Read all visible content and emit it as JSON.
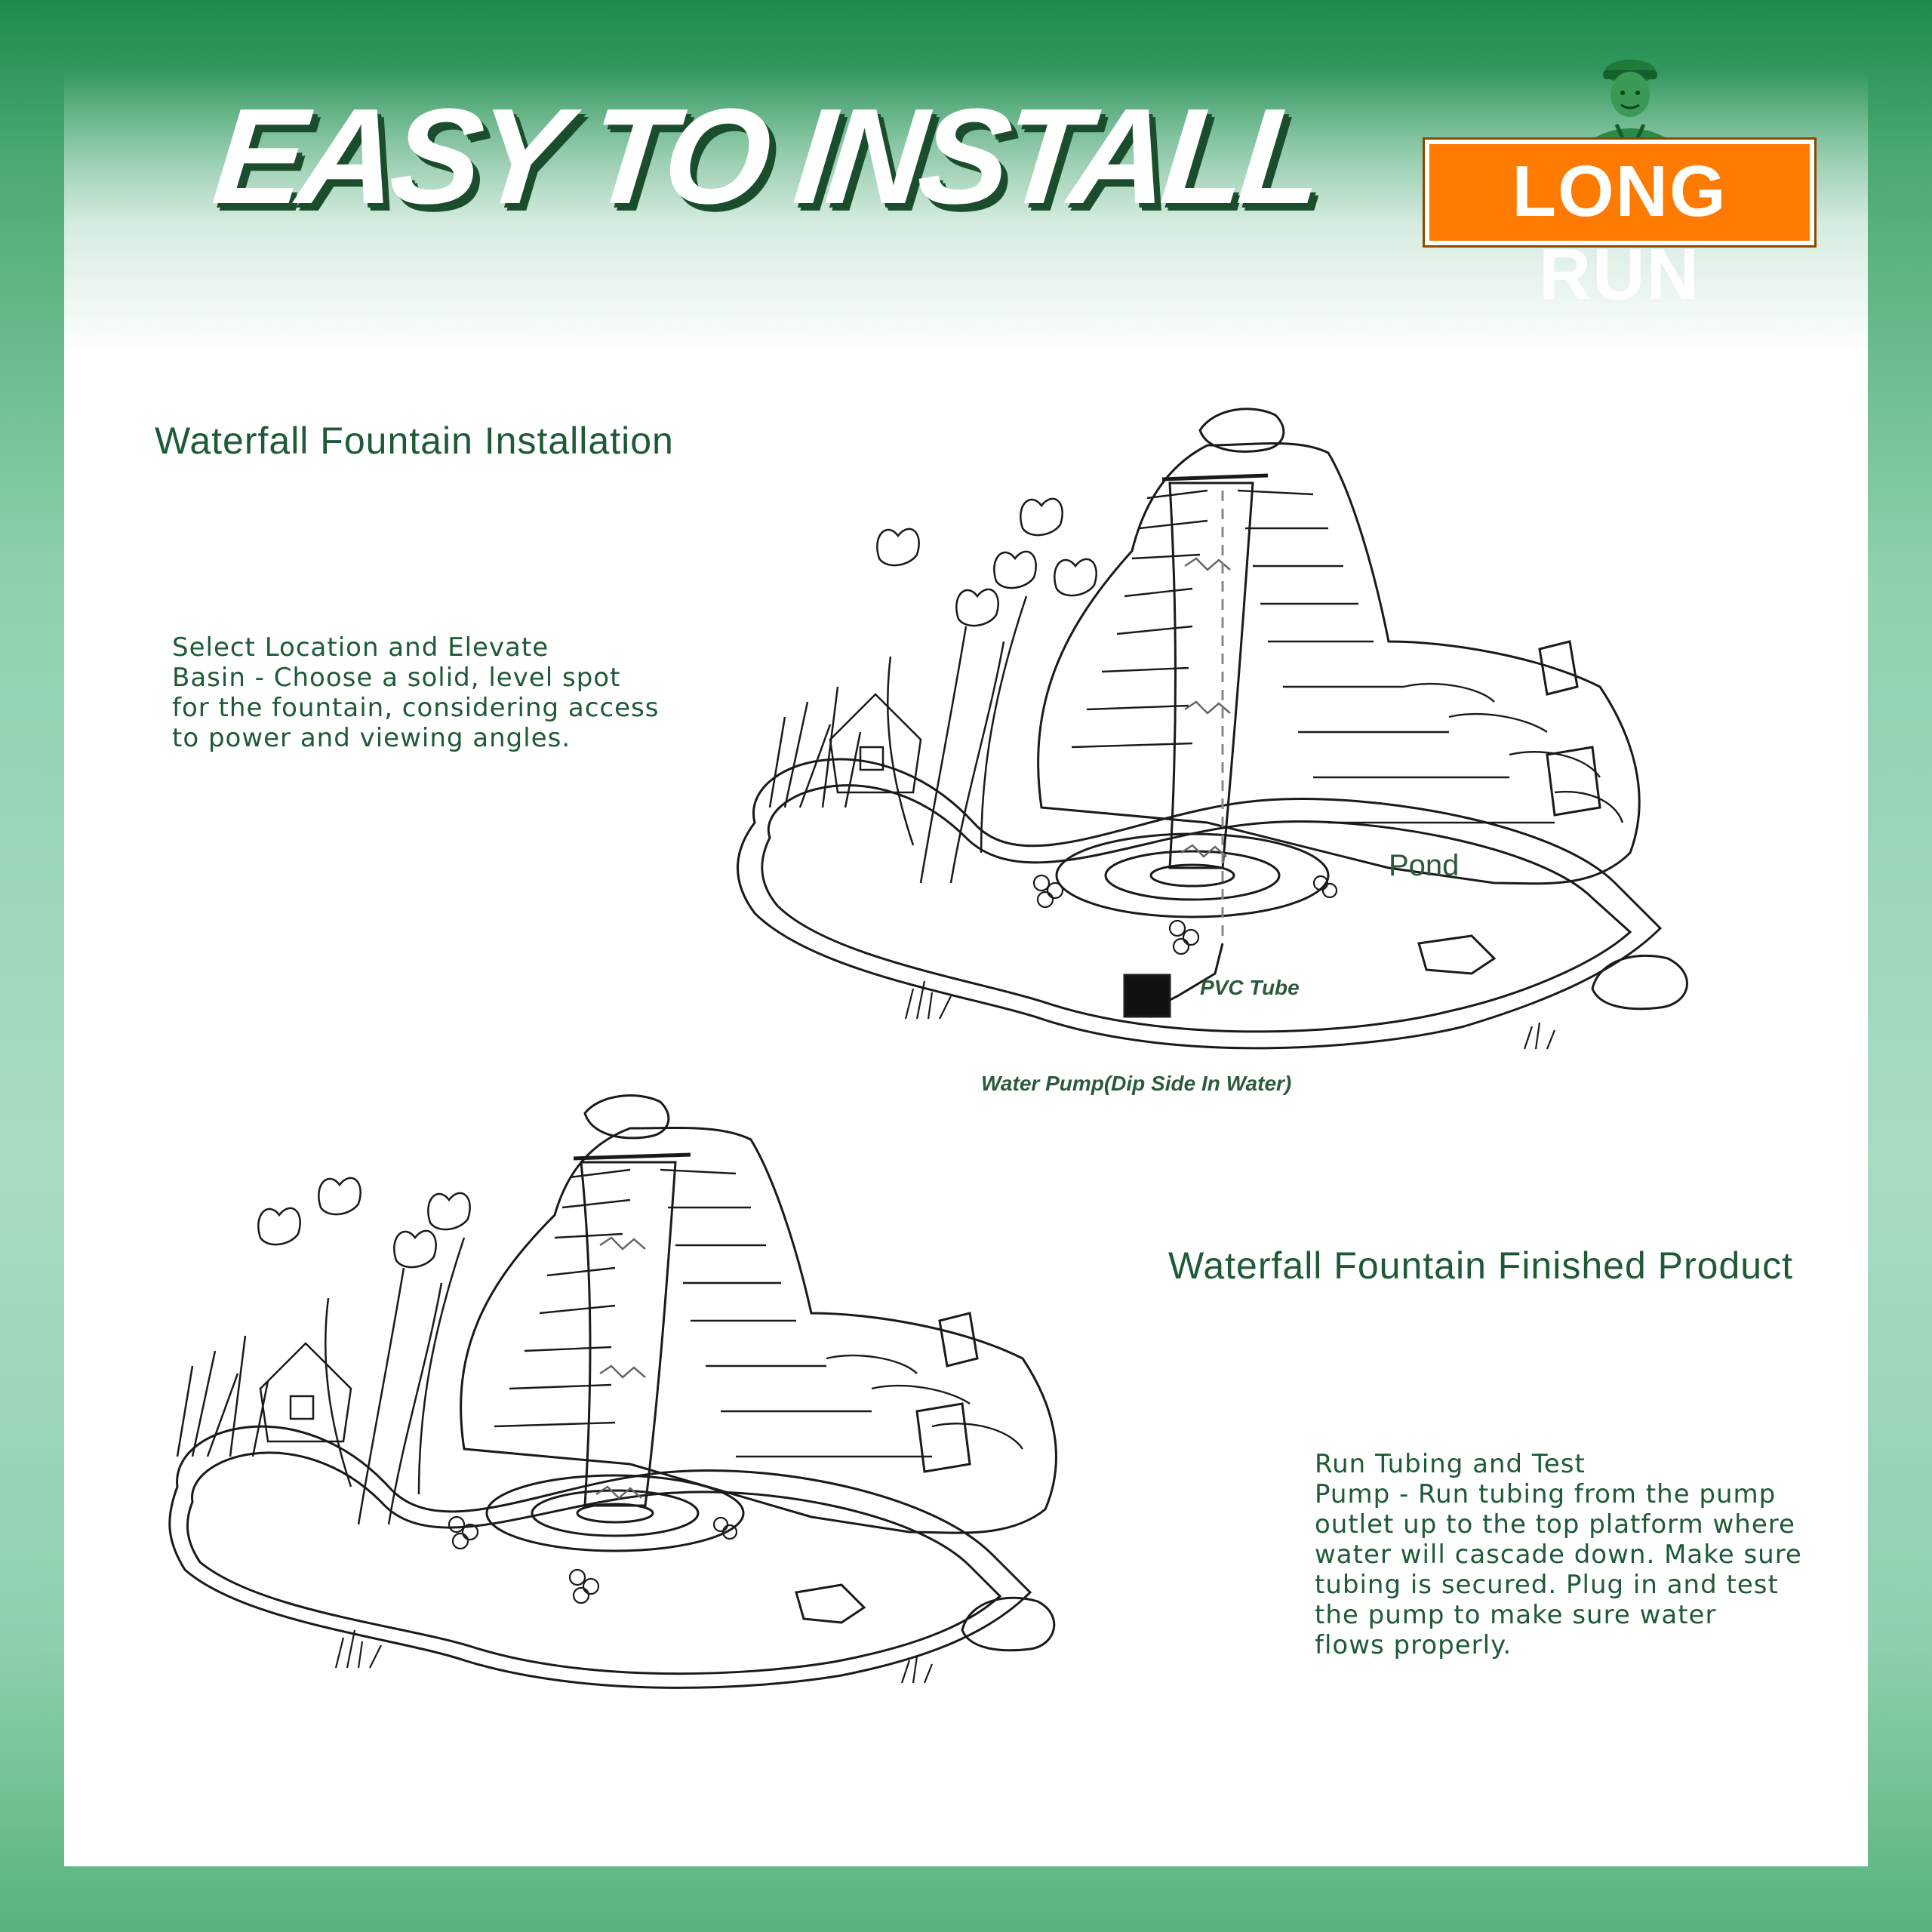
{
  "header": {
    "headline": "EASY TO INSTALL",
    "brand": "LONG RUN",
    "colors": {
      "brand_green": "#1d5a35",
      "logo_orange": "#ff7a00",
      "background_green": "#4aa874"
    }
  },
  "step1": {
    "title": "Waterfall Fountain Installation",
    "lines": [
      "Select Location and Elevate",
      "Basin - Choose a solid, level spot",
      "for the fountain, considering access",
      "to power and viewing angles."
    ]
  },
  "diagram1": {
    "labels": {
      "pond": "Pond",
      "pvc_tube": "PVC Tube",
      "water_pump": "Water Pump(Dip Side In Water)"
    }
  },
  "step2": {
    "title": "Waterfall Fountain Finished Product",
    "lines": [
      "Run Tubing and Test",
      "Pump - Run tubing from the pump",
      "outlet up to the top platform where",
      "water will cascade down. Make sure",
      "tubing is secured. Plug in and test",
      "the pump to make sure water",
      "flows properly."
    ]
  },
  "icons": [
    "mascot-icon",
    "waterfall-fountain-illustration",
    "water-pump-icon"
  ]
}
